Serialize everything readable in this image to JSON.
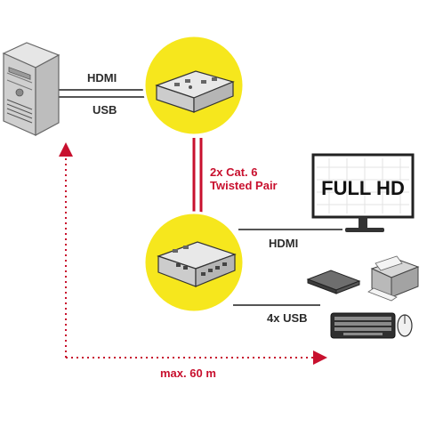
{
  "labels": {
    "hdmi_top": "HDMI",
    "usb_top": "USB",
    "cable_line1": "2x Cat. 6",
    "cable_line2": "Twisted Pair",
    "hdmi_bottom": "HDMI",
    "usb_bottom": "4x USB",
    "distance": "max. 60 m",
    "monitor": "FULL HD"
  },
  "colors": {
    "accent_red": "#c8102e",
    "circle_yellow": "#f6e71d",
    "line_gray": "#555555",
    "device_gray": "#d9d9d9"
  },
  "icons": {
    "computer": "pc-tower-icon",
    "transmitter": "extender-transmitter-icon",
    "receiver": "extender-receiver-icon",
    "monitor": "monitor-icon",
    "hard_drive": "external-drive-icon",
    "printer": "printer-icon",
    "keyboard": "keyboard-icon",
    "mouse": "mouse-icon"
  }
}
